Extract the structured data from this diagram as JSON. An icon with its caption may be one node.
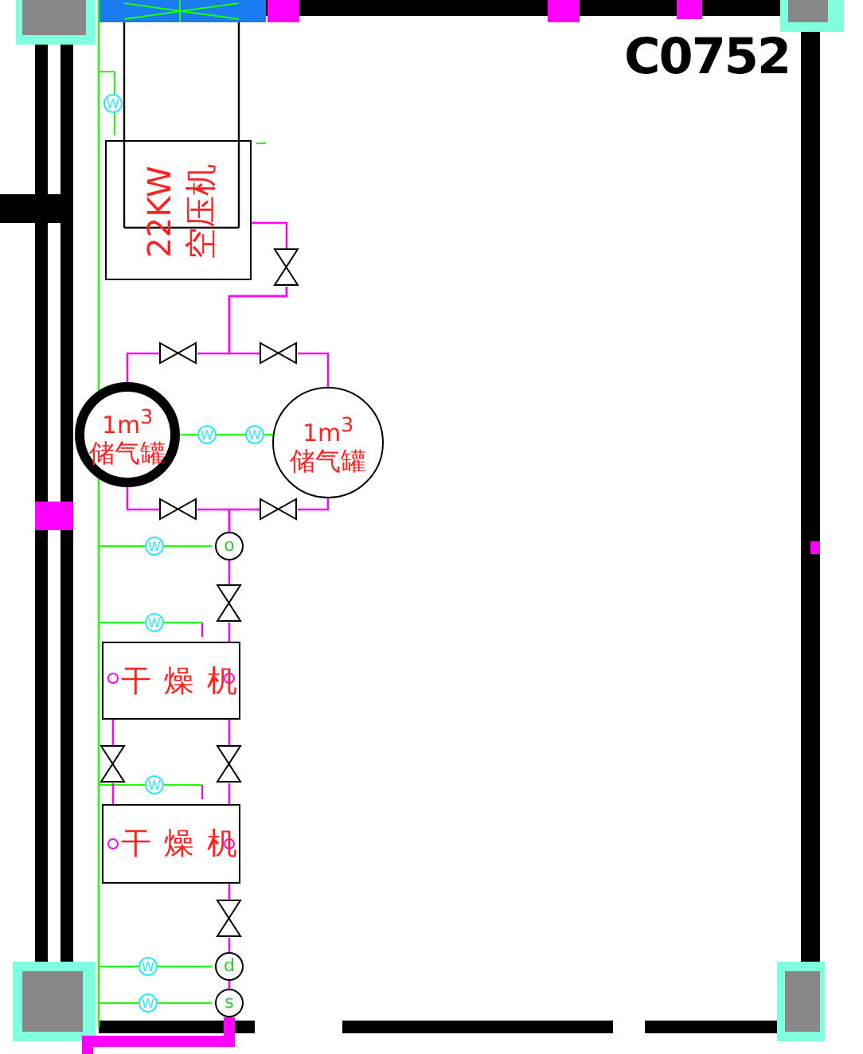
{
  "diagram": {
    "nodes": [
      {
        "text": [
          "22KW空压机"
        ]
      },
      {
        "text": [],
        "shape": "valve"
      },
      {
        "text": [],
        "shape": "valve"
      },
      {
        "text": [],
        "shape": "valve"
      },
      {
        "text": [
          "1m$^{3}$",
          "储气罐"
        ]
      },
      {
        "text": [
          "1m$^{3}$",
          "储气罐"
        ]
      },
      {
        "text": [],
        "shape": "valve"
      },
      {
        "text": [],
        "shape": "valve"
      },
      {
        "text": [
          "o"
        ]
      },
      {
        "text": [],
        "shape": "valve"
      },
      {
        "text": [
          "干燥机"
        ]
      },
      {
        "text": [],
        "shape": "valve"
      },
      {
        "text": [],
        "shape": "valve"
      },
      {
        "text": [
          "干燥机"
        ]
      },
      {
        "text": [],
        "shape": "valve"
      },
      {
        "text": [
          "d"
        ]
      },
      {
        "text": [
          "s"
        ]
      }
    ],
    "edges": [
      {
        "from": 0,
        "to": 1,
        "arrow": "none"
      },
      {
        "from": 1,
        "to": 2,
        "arrow": "none"
      },
      {
        "from": 1,
        "to": 3,
        "arrow": "none"
      },
      {
        "from": 2,
        "to": 4,
        "arrow": "none"
      },
      {
        "from": 3,
        "to": 5,
        "arrow": "none"
      },
      {
        "from": 4,
        "to": 6,
        "arrow": "none"
      },
      {
        "from": 5,
        "to": 7,
        "arrow": "none"
      },
      {
        "from": 6,
        "to": 8,
        "arrow": "none"
      },
      {
        "from": 7,
        "to": 8,
        "arrow": "none"
      },
      {
        "from": 8,
        "to": 9,
        "arrow": "none"
      },
      {
        "from": 9,
        "to": 10,
        "arrow": "none"
      },
      {
        "from": 10,
        "to": 11,
        "arrow": "none"
      },
      {
        "from": 10,
        "to": 12,
        "arrow": "none"
      },
      {
        "from": 11,
        "to": 13,
        "arrow": "none"
      },
      {
        "from": 12,
        "to": 13,
        "arrow": "none"
      },
      {
        "from": 13,
        "to": 14,
        "arrow": "none"
      },
      {
        "from": 14,
        "to": 15,
        "arrow": "none"
      },
      {
        "from": 15,
        "to": 16,
        "arrow": "none"
      },
      {
        "from": 16,
        "to": null,
        "arrow": "none",
        "style": "thick"
      }
    ],
    "labels": [
      "C0752",
      "W",
      "W",
      "W",
      "W",
      "W",
      "W",
      "W",
      "W"
    ]
  }
}
